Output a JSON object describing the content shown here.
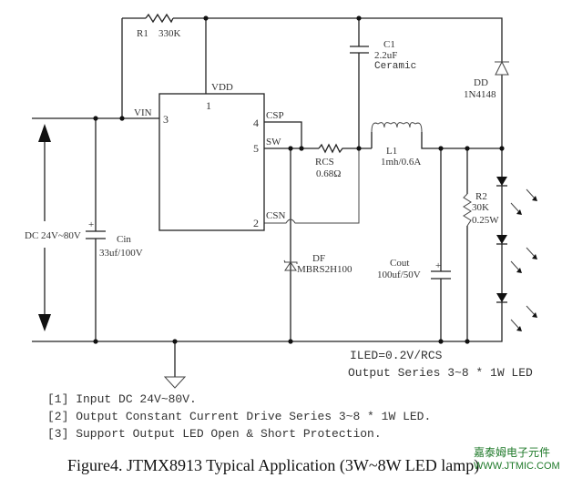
{
  "ic": {
    "name_pin1": "1",
    "pins": [
      {
        "num": "1",
        "name": "VDD"
      },
      {
        "num": "2",
        "name": "CSN"
      },
      {
        "num": "3",
        "name": "VIN"
      },
      {
        "num": "4",
        "name": "CSP"
      },
      {
        "num": "5",
        "name": "SW"
      }
    ]
  },
  "components": {
    "r1": {
      "ref": "R1",
      "value": "330K"
    },
    "c1": {
      "ref": "C1",
      "value": "2.2uF",
      "type": "Ceramic"
    },
    "dd": {
      "ref": "DD",
      "value": "1N4148"
    },
    "rcs": {
      "ref": "RCS",
      "value": "0.68Ω"
    },
    "l1": {
      "ref": "L1",
      "value": "1mh/0.6A"
    },
    "r2": {
      "ref": "R2",
      "value": "30K",
      "power": "0.25W"
    },
    "cin": {
      "ref": "Cin",
      "value": "33uf/100V",
      "polarity": "+"
    },
    "cout": {
      "ref": "Cout",
      "value": "100uf/50V",
      "polarity": "+"
    },
    "df": {
      "ref": "DF",
      "value": "MBRS2H100"
    }
  },
  "input_label": "DC 24V~80V",
  "output_notes": {
    "formula": "ILED=0.2V/RCS",
    "series": "Output Series 3~8 * 1W LED"
  },
  "led_count_shown": 3,
  "features": [
    "[1] Input DC 24V~80V.",
    "[2] Output Constant Current Drive Series 3~8 * 1W LED.",
    "[3] Support Output LED Open & Short Protection."
  ],
  "caption": "Figure4. JTMX8913 Typical Application (3W~8W LED lamp)",
  "watermark": {
    "line1": "嘉泰姆电子元件",
    "line2": "WWW.JTMIC.COM"
  }
}
